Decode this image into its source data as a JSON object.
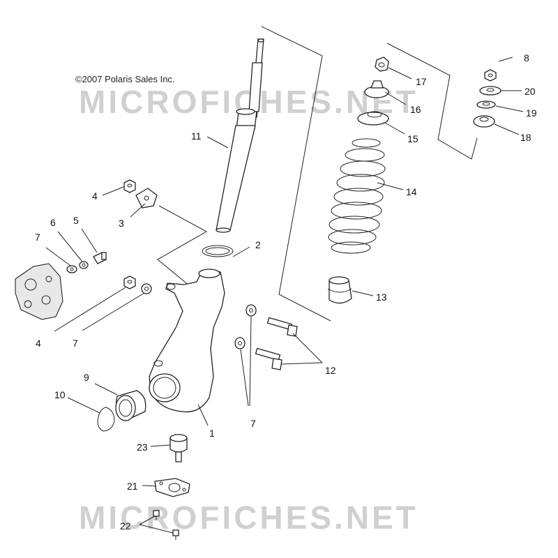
{
  "copyright": "©2007 Polaris Sales Inc.",
  "watermark": "MICROFICHES.NET",
  "callouts": [
    {
      "id": "c1",
      "text": "1"
    },
    {
      "id": "c2",
      "text": "2"
    },
    {
      "id": "c3",
      "text": "3"
    },
    {
      "id": "c4a",
      "text": "4"
    },
    {
      "id": "c4b",
      "text": "4"
    },
    {
      "id": "c5",
      "text": "5"
    },
    {
      "id": "c6",
      "text": "6"
    },
    {
      "id": "c7a",
      "text": "7"
    },
    {
      "id": "c7b",
      "text": "7"
    },
    {
      "id": "c7c",
      "text": "7"
    },
    {
      "id": "c8",
      "text": "8"
    },
    {
      "id": "c9",
      "text": "9"
    },
    {
      "id": "c10",
      "text": "10"
    },
    {
      "id": "c11",
      "text": "11"
    },
    {
      "id": "c12",
      "text": "12"
    },
    {
      "id": "c13",
      "text": "13"
    },
    {
      "id": "c14",
      "text": "14"
    },
    {
      "id": "c15",
      "text": "15"
    },
    {
      "id": "c16",
      "text": "16"
    },
    {
      "id": "c17",
      "text": "17"
    },
    {
      "id": "c18",
      "text": "18"
    },
    {
      "id": "c19",
      "text": "19"
    },
    {
      "id": "c20",
      "text": "20"
    },
    {
      "id": "c21",
      "text": "21"
    },
    {
      "id": "c22",
      "text": "22"
    },
    {
      "id": "c23",
      "text": "23"
    }
  ],
  "colors": {
    "line": "#222222",
    "watermark": "#d0d0d0",
    "background": "#ffffff"
  }
}
